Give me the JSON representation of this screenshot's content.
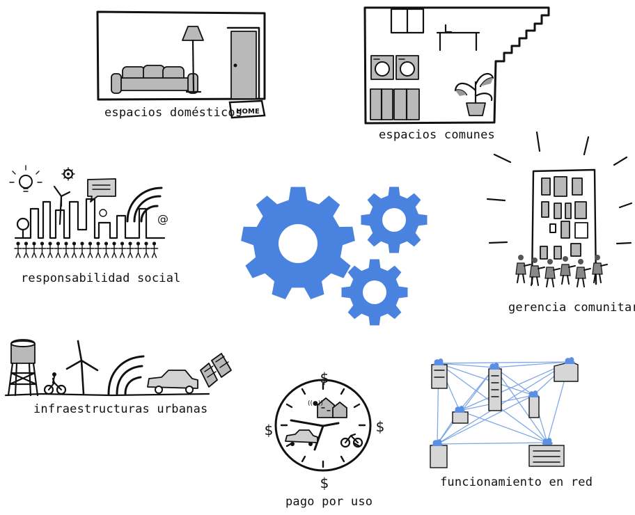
{
  "nodes": {
    "domesticos": {
      "label": "espacios domésticos",
      "sign": "HOME"
    },
    "comunes": {
      "label": "espacios comunes"
    },
    "social": {
      "label": "responsabilidad social"
    },
    "gerencia": {
      "label": "gerencia comunitaria"
    },
    "infra": {
      "label": "infraestructuras urbanas"
    },
    "pago": {
      "label": "pago por uso",
      "symbol": "$"
    },
    "red": {
      "label": "funcionamiento en red"
    }
  },
  "center": {
    "icon": "gears-icon",
    "color": "#4a82e0"
  }
}
